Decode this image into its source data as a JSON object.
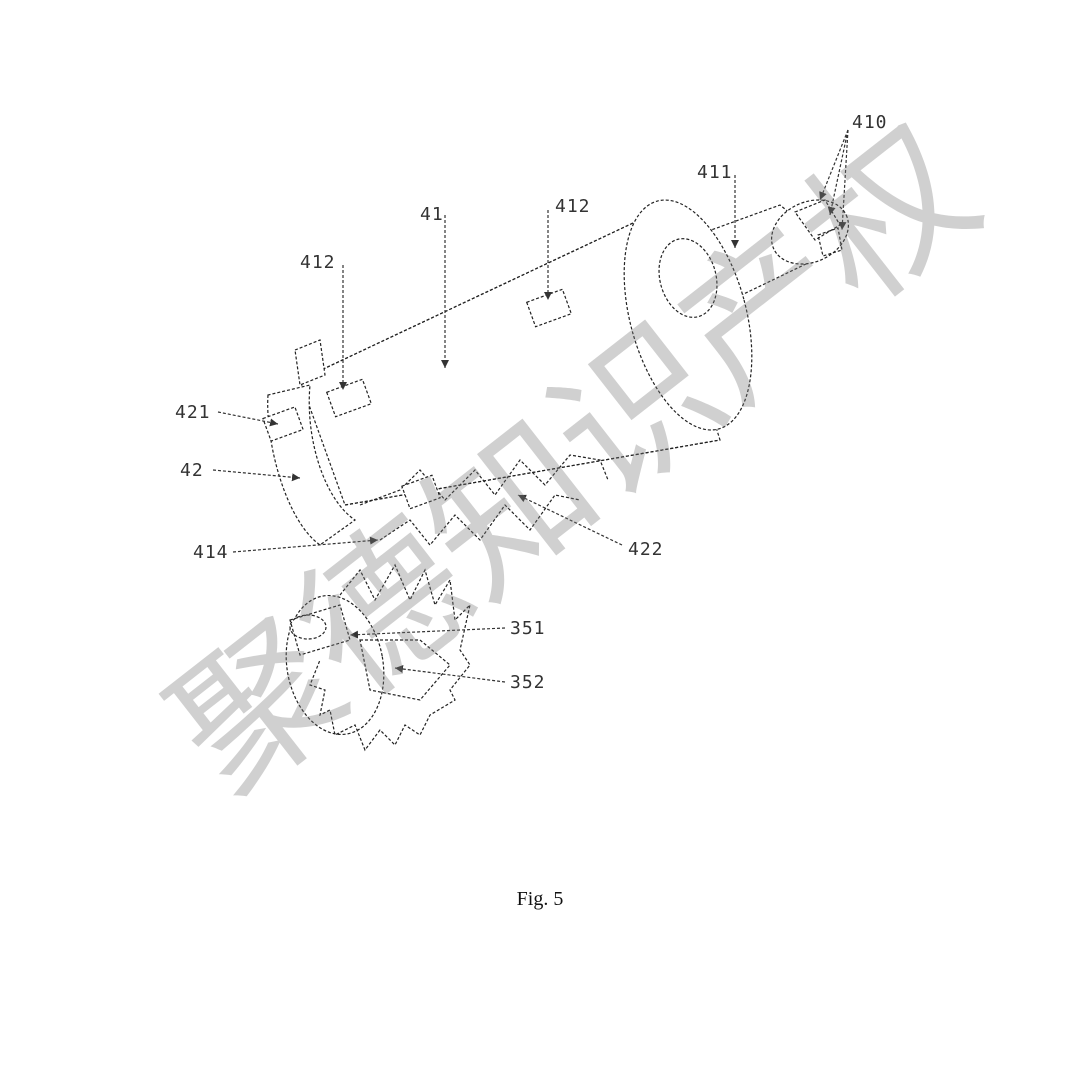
{
  "figure": {
    "caption": "Fig. 5",
    "labels": {
      "l410": "410",
      "l411": "411",
      "l41": "41",
      "l412a": "412",
      "l412b": "412",
      "l421": "421",
      "l42": "42",
      "l414": "414",
      "l422": "422",
      "l351": "351",
      "l352": "352"
    },
    "watermark": "聚德知识产权"
  }
}
